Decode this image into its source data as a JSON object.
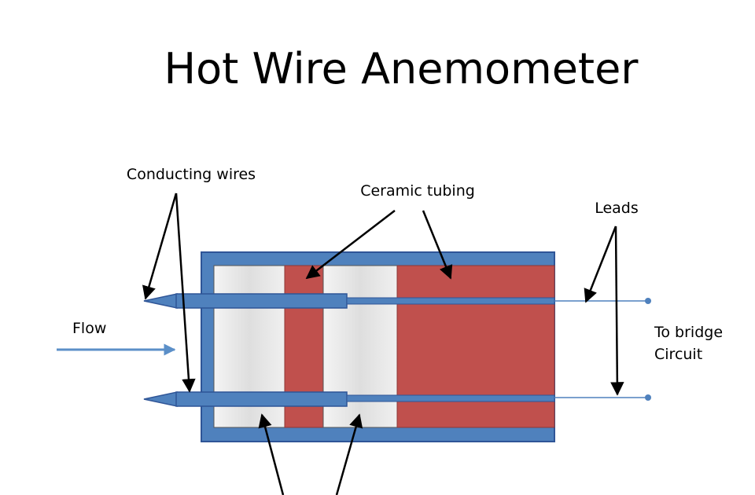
{
  "title": "Hot Wire Anemometer",
  "labels": {
    "conducting_wires": "Conducting wires",
    "ceramic_tubing": "Ceramic tubing",
    "leads": "Leads",
    "flow": "Flow",
    "to_bridge_line1": "To bridge",
    "to_bridge_line2": "Circuit"
  },
  "colors": {
    "housing_blue": "#4f81bd",
    "housing_edge": "#2f5597",
    "ceramic_red": "#c0504d",
    "ceramic_edge": "#8c3836",
    "filler_light": "#e8e8e8",
    "arrow_black": "#000000",
    "flow_arrow": "#5b8fc8"
  }
}
